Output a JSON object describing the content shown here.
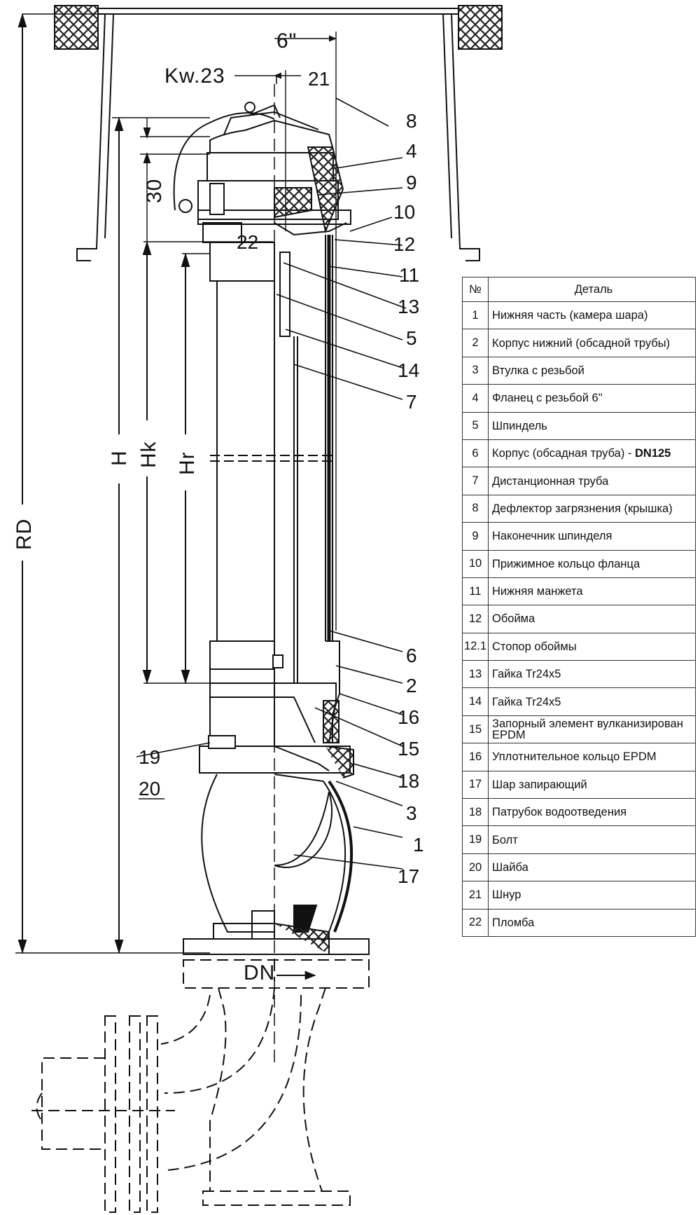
{
  "dimensions": {
    "six_inch": "6\"",
    "kw": "Kw.23",
    "thirty": "30",
    "h": "H",
    "hk": "Hk",
    "hr": "Hr",
    "rd": "RD",
    "dn": "DN"
  },
  "callouts": [
    "8",
    "4",
    "9",
    "10",
    "12",
    "11",
    "13",
    "5",
    "14",
    "7",
    "6",
    "2",
    "16",
    "15",
    "18",
    "3",
    "1",
    "17"
  ],
  "callouts_left": [
    "19",
    "20",
    "21",
    "22"
  ],
  "table": {
    "header": {
      "no": "№",
      "name": "Деталь"
    },
    "rows": [
      {
        "no": "1",
        "name": "Нижняя часть (камера шара)"
      },
      {
        "no": "2",
        "name": "Корпус нижний (обсадной трубы)"
      },
      {
        "no": "3",
        "name": "Втулка с резьбой"
      },
      {
        "no": "4",
        "name": "Фланец с резьбой 6\""
      },
      {
        "no": "5",
        "name": "Шпиндель"
      },
      {
        "no": "6",
        "name": "Корпус (обсадная труба) -",
        "strong": "DN125"
      },
      {
        "no": "7",
        "name": "Дистанционная труба"
      },
      {
        "no": "8",
        "name": "Дефлектор загрязнения (крышка)"
      },
      {
        "no": "9",
        "name": "Наконечник шпинделя"
      },
      {
        "no": "10",
        "name": "Прижимное кольцо фланца"
      },
      {
        "no": "11",
        "name": "Нижняя манжета"
      },
      {
        "no": "12",
        "name": "Обойма"
      },
      {
        "no": "12.1",
        "name": "Стопор обоймы"
      },
      {
        "no": "13",
        "name": "Гайка Tr24x5"
      },
      {
        "no": "14",
        "name": "Гайка Tr24x5"
      },
      {
        "no": "15",
        "name": "Запорный элемент вулканизирован EPDM"
      },
      {
        "no": "16",
        "name": "Уплотнительное кольцо EPDM"
      },
      {
        "no": "17",
        "name": "Шар запирающий"
      },
      {
        "no": "18",
        "name": "Патрубок водоотведения"
      },
      {
        "no": "19",
        "name": "Болт"
      },
      {
        "no": "20",
        "name": "Шайба"
      },
      {
        "no": "21",
        "name": "Шнур"
      },
      {
        "no": "22",
        "name": "Пломба"
      }
    ]
  }
}
